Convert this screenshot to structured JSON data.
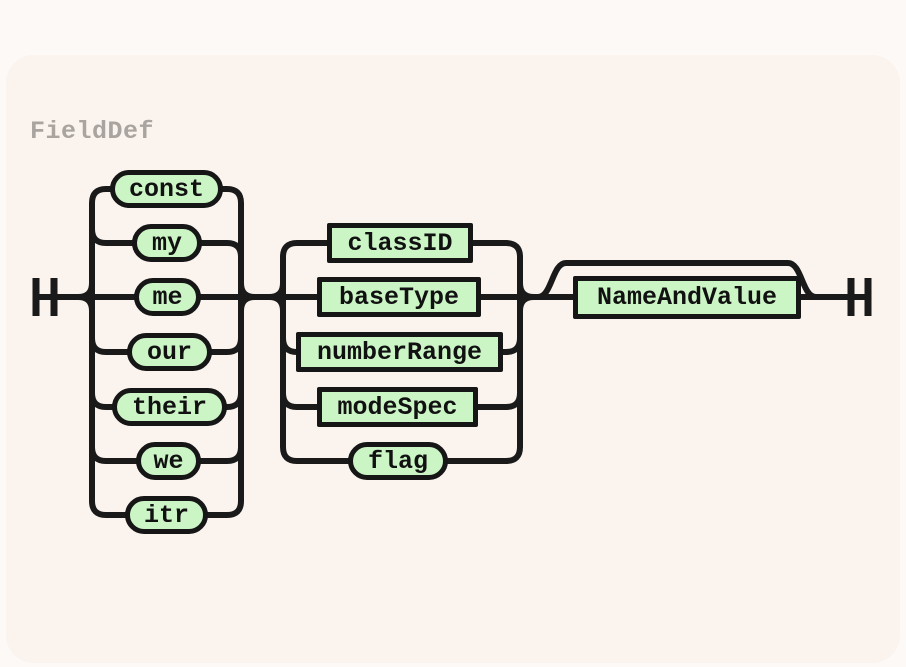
{
  "title": "FieldDef",
  "diagram_type": "railroad-syntax-diagram",
  "colors": {
    "page_bg": "#fdf9f6",
    "card_bg": "#faf3ee",
    "node_fill": "#ccf5c6",
    "rail": "#1a1a1a",
    "node_border": "#161616",
    "title_text": "#a9a49f",
    "node_text": "#111111"
  },
  "rule": {
    "name": "FieldDef",
    "structure": [
      {
        "type": "choice",
        "options": [
          "const",
          "my",
          "me",
          "our",
          "their",
          "we",
          "itr"
        ],
        "option_kinds": [
          "terminal",
          "terminal",
          "terminal",
          "terminal",
          "terminal",
          "terminal",
          "terminal"
        ]
      },
      {
        "type": "choice",
        "options": [
          "classID",
          "baseType",
          "numberRange",
          "modeSpec",
          "flag"
        ],
        "option_kinds": [
          "nonterminal",
          "nonterminal",
          "nonterminal",
          "nonterminal",
          "terminal"
        ]
      },
      {
        "type": "optional",
        "content": "NameAndValue",
        "content_kind": "nonterminal"
      }
    ]
  },
  "nodes": {
    "const": {
      "label": "const",
      "kind": "terminal"
    },
    "my": {
      "label": "my",
      "kind": "terminal"
    },
    "me": {
      "label": "me",
      "kind": "terminal"
    },
    "our": {
      "label": "our",
      "kind": "terminal"
    },
    "their": {
      "label": "their",
      "kind": "terminal"
    },
    "we": {
      "label": "we",
      "kind": "terminal"
    },
    "itr": {
      "label": "itr",
      "kind": "terminal"
    },
    "classID": {
      "label": "classID",
      "kind": "nonterminal"
    },
    "baseType": {
      "label": "baseType",
      "kind": "nonterminal"
    },
    "numberRange": {
      "label": "numberRange",
      "kind": "nonterminal"
    },
    "modeSpec": {
      "label": "modeSpec",
      "kind": "nonterminal"
    },
    "flag": {
      "label": "flag",
      "kind": "terminal"
    },
    "NameAndValue": {
      "label": "NameAndValue",
      "kind": "nonterminal"
    }
  }
}
